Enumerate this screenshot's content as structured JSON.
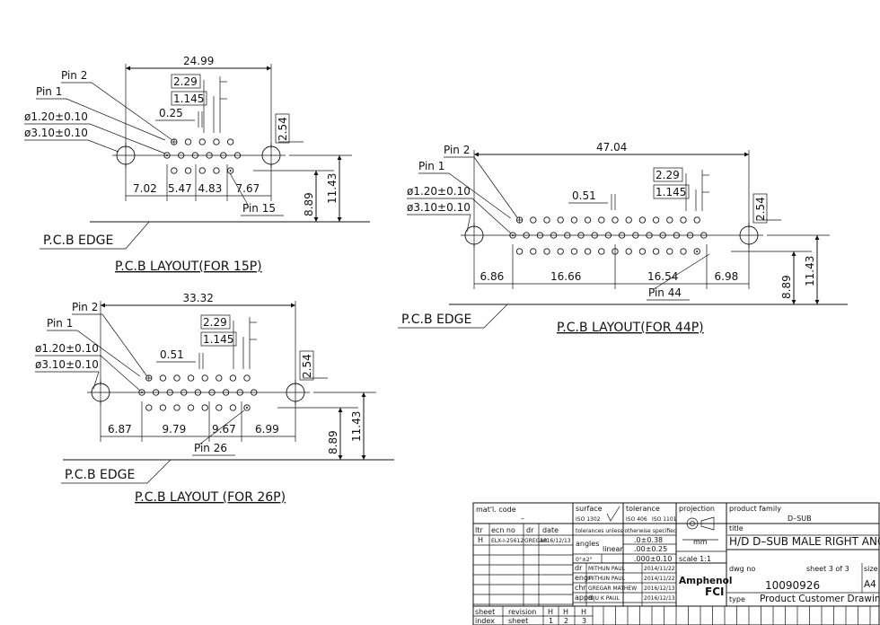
{
  "views": {
    "p15": {
      "pin2": "Pin 2",
      "pin1": "Pin 1",
      "hole_small": "ø1.20±0.10",
      "hole_large": "ø3.10±0.10",
      "width": "24.99",
      "pitch_x": "2.29",
      "row_offset": "1.145",
      "offset": "0.25",
      "pitch_y": "2.54",
      "dim_a": "7.02",
      "dim_b": "5.47",
      "dim_c": "4.83",
      "dim_d": "7.67",
      "last_pin": "Pin 15",
      "h1": "8.89",
      "h2": "11.43",
      "edge": "P.C.B EDGE",
      "caption": "P.C.B LAYOUT(FOR 15P)"
    },
    "p26": {
      "pin2": "Pin 2",
      "pin1": "Pin 1",
      "hole_small": "ø1.20±0.10",
      "hole_large": "ø3.10±0.10",
      "width": "33.32",
      "pitch_x": "2.29",
      "row_offset": "1.145",
      "offset": "0.51",
      "pitch_y": "2.54",
      "dim_a": "6.87",
      "dim_b": "9.79",
      "dim_c": "9.67",
      "dim_d": "6.99",
      "last_pin": "Pin 26",
      "h1": "8.89",
      "h2": "11.43",
      "edge": "P.C.B EDGE",
      "caption": "P.C.B LAYOUT (FOR 26P)"
    },
    "p44": {
      "pin2": "Pin 2",
      "pin1": "Pin 1",
      "hole_small": "ø1.20±0.10",
      "hole_large": "ø3.10±0.10",
      "width": "47.04",
      "pitch_x": "2.29",
      "row_offset": "1.145",
      "offset": "0.51",
      "pitch_y": "2.54",
      "dim_a": "6.86",
      "dim_b": "16.66",
      "dim_c": "16.54",
      "dim_d": "6.98",
      "last_pin": "Pin 44",
      "h1": "8.89",
      "h2": "11.43",
      "edge": "P.C.B EDGE",
      "caption": "P.C.B LAYOUT(FOR 44P)"
    }
  },
  "title_block": {
    "matl_code_label": "mat'l. code",
    "matl_code_value": "–",
    "surface_label": "surface",
    "iso_1302": "ISO 1302",
    "tolerance_label": "tolerance",
    "iso_406": "ISO 406",
    "iso_1101": "ISO 1101",
    "projection_label": "projection",
    "product_family_label": "product family",
    "product_family_value": "D–SUB",
    "rev_headers": [
      "ltr",
      "ecn no",
      "dr",
      "date"
    ],
    "rev_row": [
      "H",
      "ELX-I-25612",
      "GREGAR",
      "2016/12/13"
    ],
    "tol_note": "tolerances unless otherwise specified",
    "angles_label": "angles",
    "angles_value": "0°±2°",
    "linear_label": "linear",
    "tol_values": [
      ".0±0.38",
      ".00±0.25",
      ".000±0.10"
    ],
    "units": "mm",
    "scale": "scale  1:1",
    "title_label": "title",
    "title_value": "H/D D–SUB MALE RIGHT ANGLE",
    "roles": [
      "dr",
      "engr",
      "chr",
      "appd"
    ],
    "names": [
      "MITHUN  PAUL",
      "MITHUN  PAUL",
      "GREGAR  MATHEW",
      "BIJU  K  PAUL"
    ],
    "dates": [
      "2014/11/22",
      "2014/11/22",
      "2016/12/13",
      "2016/12/13"
    ],
    "brand_top": "Amphenol",
    "brand_bottom": "FCI",
    "dwg_no_label": "dwg  no",
    "sheet_info": "sheet 3  of  3",
    "size_label": "size",
    "size_value": "A4",
    "dwg_no_value": "10090926",
    "type_label": "type",
    "type_value": "Product  Customer  Drawing",
    "sheet_row_label": "sheet",
    "revision_label": "revision",
    "index_label": "index",
    "sheet_col_label": "sheet",
    "rev_letters": [
      "H",
      "H",
      "H"
    ],
    "sheet_numbers": [
      "1",
      "2",
      "3"
    ]
  }
}
